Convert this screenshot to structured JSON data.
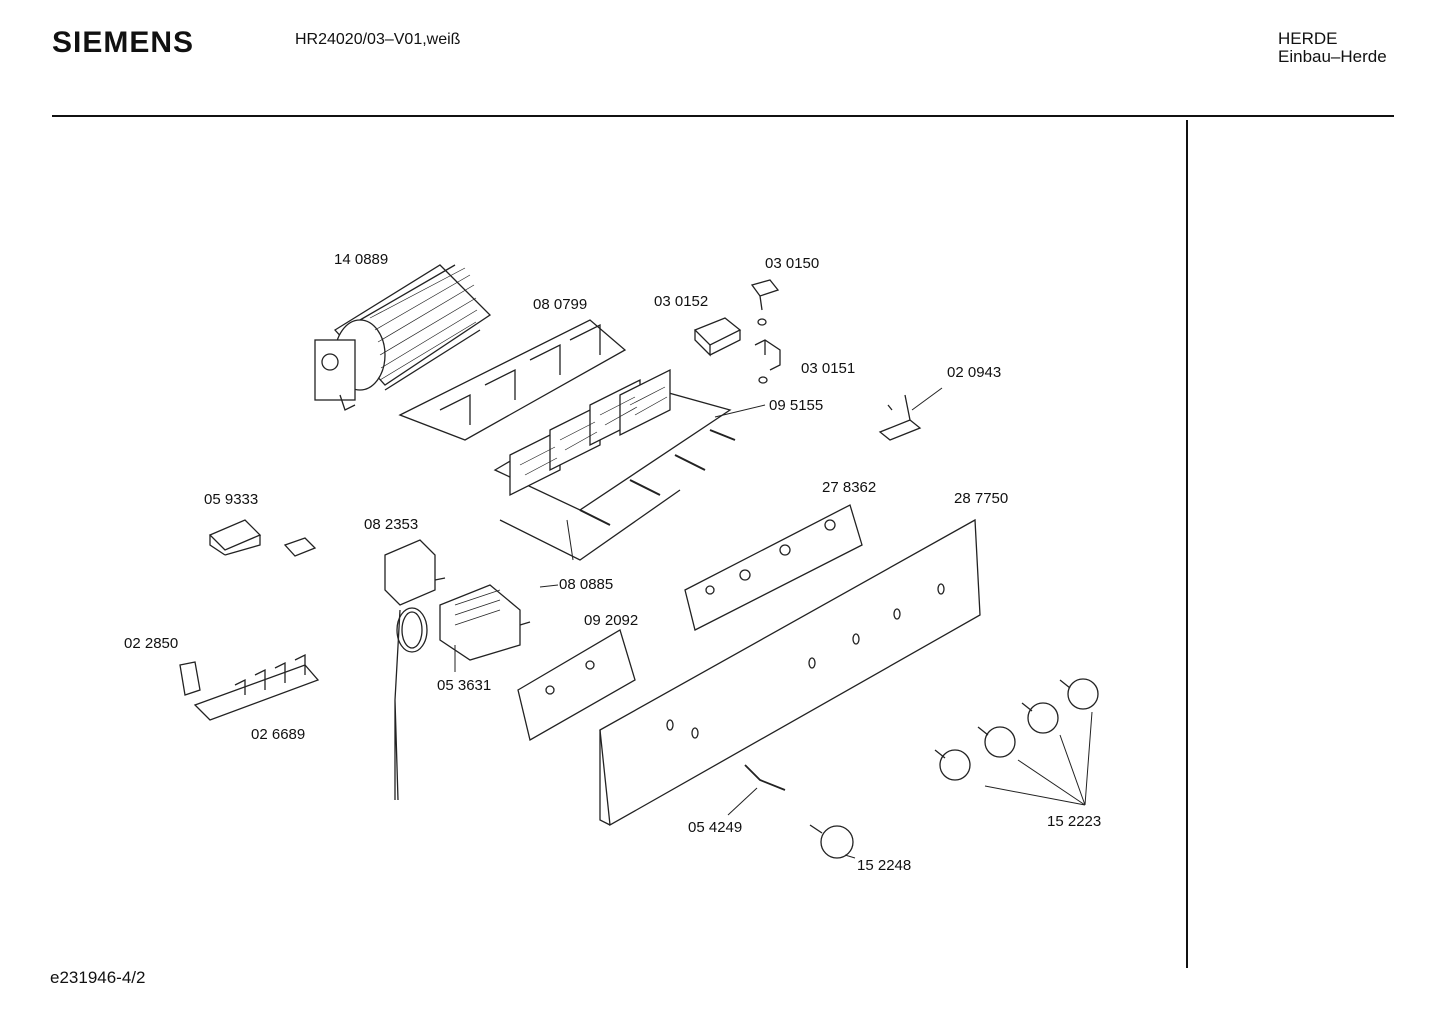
{
  "header": {
    "brand": "SIEMENS",
    "model": "HR24020/03–V01,weiß",
    "category_line1": "HERDE",
    "category_line2": "Einbau–Herde"
  },
  "footer": {
    "doc_id": "e231946‑4/2"
  },
  "parts": [
    {
      "id": "p140889",
      "number": "14 0889"
    },
    {
      "id": "p080799",
      "number": "08 0799"
    },
    {
      "id": "p030152",
      "number": "03 0152"
    },
    {
      "id": "p030150",
      "number": "03 0150"
    },
    {
      "id": "p030151",
      "number": "03 0151"
    },
    {
      "id": "p020943",
      "number": "02 0943"
    },
    {
      "id": "p095155",
      "number": "09 5155"
    },
    {
      "id": "p059333",
      "number": "05 9333"
    },
    {
      "id": "p082353",
      "number": "08 2353"
    },
    {
      "id": "p278362",
      "number": "27 8362"
    },
    {
      "id": "p287750",
      "number": "28 7750"
    },
    {
      "id": "p080885",
      "number": "08 0885"
    },
    {
      "id": "p092092",
      "number": "09 2092"
    },
    {
      "id": "p022850",
      "number": "02 2850"
    },
    {
      "id": "p053631",
      "number": "05 3631"
    },
    {
      "id": "p026689",
      "number": "02 6689"
    },
    {
      "id": "p054249",
      "number": "05 4249"
    },
    {
      "id": "p152223",
      "number": "15 2223"
    },
    {
      "id": "p152248",
      "number": "15 2248"
    }
  ]
}
